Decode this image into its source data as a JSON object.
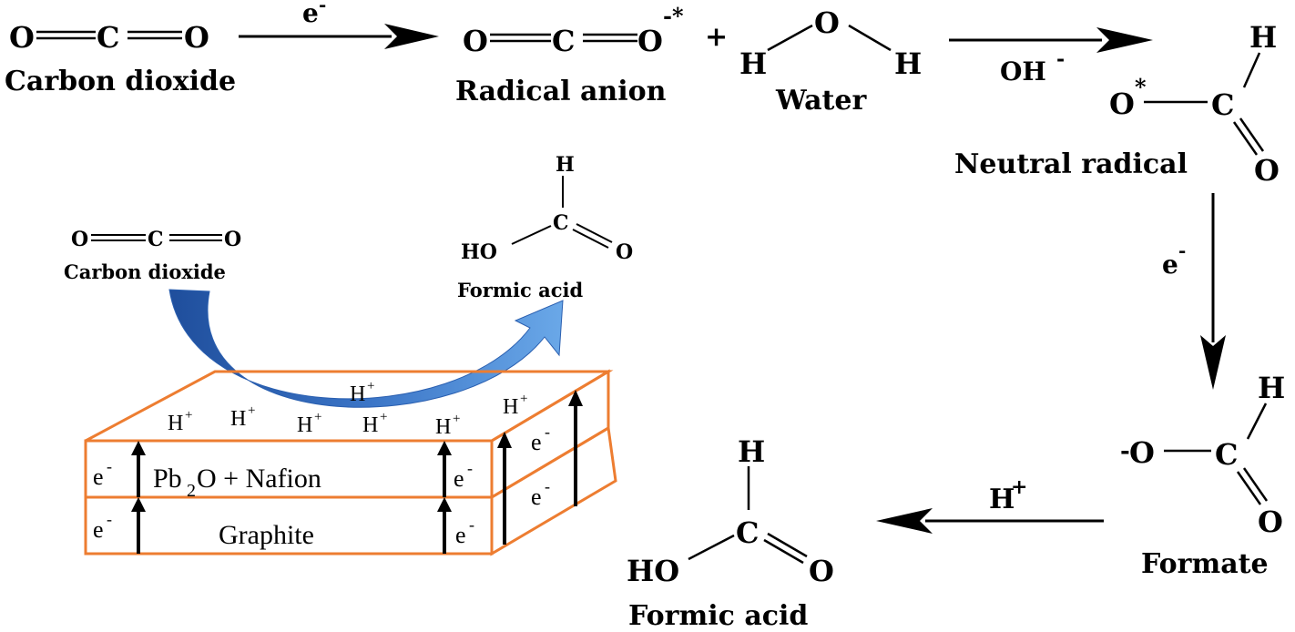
{
  "top_row": {
    "co2": {
      "o_left": "O",
      "c": "C",
      "o_right": "O",
      "name": "Carbon dioxide"
    },
    "step1_label": "e",
    "step1_sup": "-",
    "anion": {
      "o_left": "O",
      "c": "C",
      "o_right": "O",
      "sup": "-*",
      "name": "Radical anion"
    },
    "plus": "+",
    "water": {
      "h_left": "H",
      "o": "O",
      "h_right": "H",
      "name": "Water"
    },
    "step2_label": "OH",
    "step2_sup": "-"
  },
  "neutral_radical": {
    "h": "H",
    "o": "O",
    "o_sup": "*",
    "c": "C",
    "o_double": "O",
    "name": "Neutral radical"
  },
  "step3": {
    "label": "e",
    "sup": "-"
  },
  "formate": {
    "o_pre": "-",
    "o": "O",
    "h": "H",
    "c": "C",
    "o_double": "O",
    "name": "Formate"
  },
  "step4": {
    "label": "H",
    "sup": "+"
  },
  "formic_acid_bottom": {
    "h": "H",
    "c": "C",
    "ho": "HO",
    "o": "O",
    "name": "Formic acid"
  },
  "inset": {
    "co2": {
      "o_left": "O",
      "c": "C",
      "o_right": "O",
      "name": "Carbon dioxide"
    },
    "formic_acid": {
      "h": "H",
      "c": "C",
      "ho": "HO",
      "o": "O",
      "name": "Formic acid"
    },
    "electrode": {
      "proton": "H",
      "proton_sup": "+",
      "electron": "e",
      "electron_sup": "-",
      "layer_top_pre": "Pb",
      "layer_top_sub": "2",
      "layer_top_post": "O + Nafion",
      "layer_bottom": "Graphite"
    }
  },
  "colors": {
    "line": "#000000",
    "electrode_edge": "#ed7d31",
    "curved_arrow_light": "#5b9bd5",
    "curved_arrow_dark": "#1f4e9c"
  }
}
